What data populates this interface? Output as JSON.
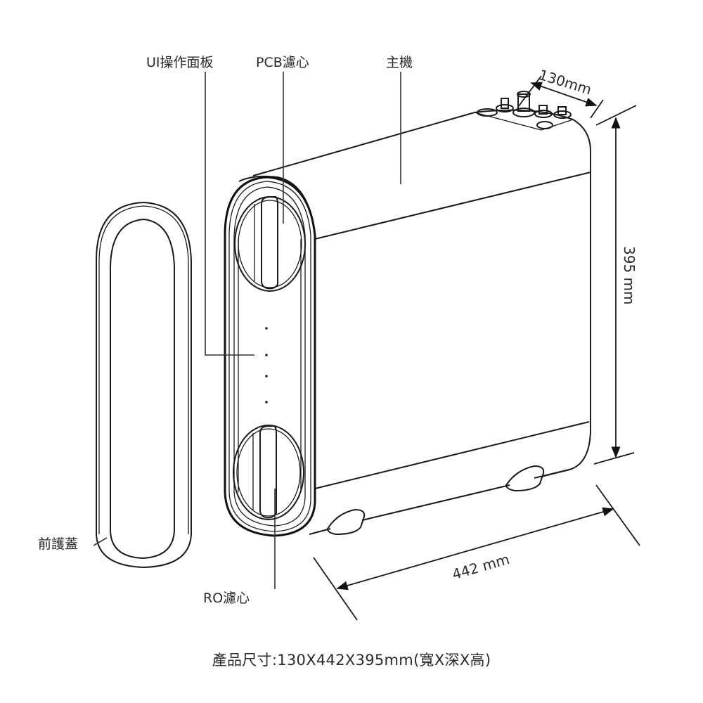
{
  "diagram": {
    "type": "product-dimension-drawing",
    "labels": {
      "ui_panel": "UI操作面板",
      "pcb_filter": "PCB濾心",
      "main_unit": "主機",
      "front_cover": "前護蓋",
      "ro_filter": "RO濾心"
    },
    "dimensions": {
      "width": "130mm",
      "height": "395 mm",
      "depth": "442 mm"
    },
    "caption": "產品尺寸:130X442X395mm(寬X深X高)",
    "colors": {
      "background": "#ffffff",
      "line": "#1a1a1a",
      "text": "#2a2a2a"
    }
  }
}
